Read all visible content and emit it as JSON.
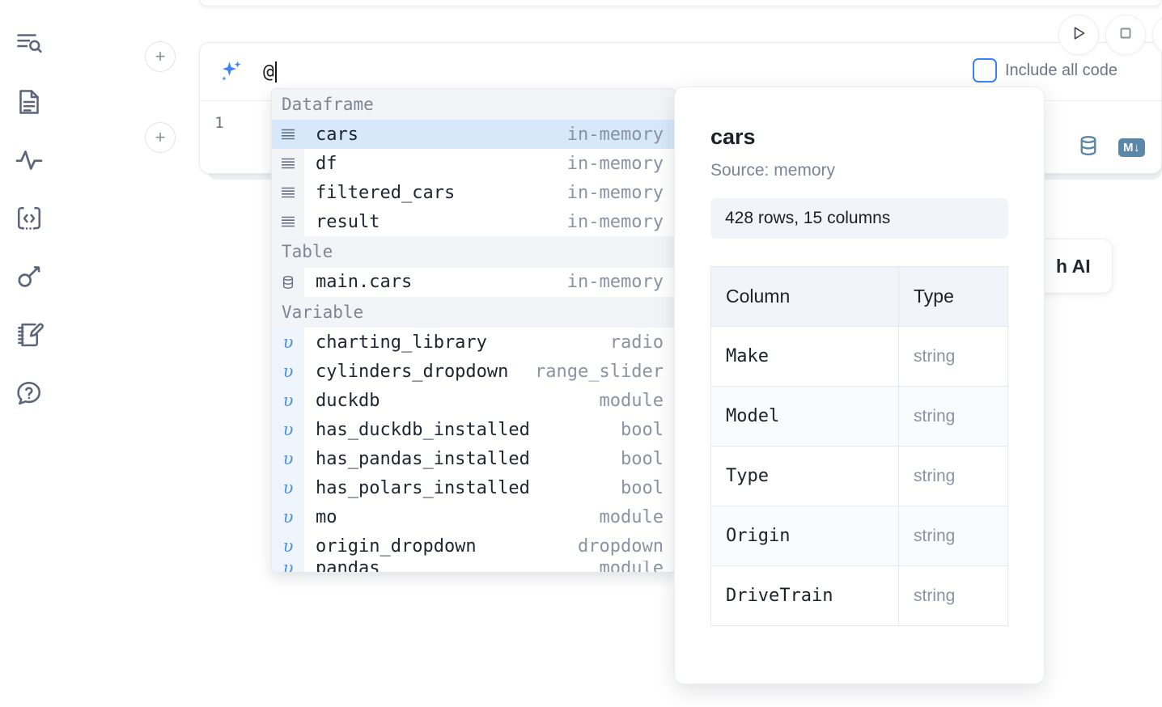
{
  "rail": {
    "items": [
      {
        "name": "file-explorer-search-icon"
      },
      {
        "name": "document-icon"
      },
      {
        "name": "activity-icon"
      },
      {
        "name": "code-snippet-icon"
      },
      {
        "name": "key-icon"
      },
      {
        "name": "notebook-edit-icon"
      },
      {
        "name": "help-chat-icon"
      }
    ]
  },
  "cell": {
    "add_label": "+",
    "line_number": "1",
    "ai_prompt_value": "@",
    "include_all_code_label": "Include all code",
    "run_icon": "play-icon",
    "stop_icon": "stop-icon",
    "db_icon": "database-icon",
    "md_badge": "M",
    "ai_chip_label": "h AI"
  },
  "autocomplete": {
    "groups": [
      {
        "label": "Dataframe",
        "icon": "dataframe-icon",
        "items": [
          {
            "name": "cars",
            "kind": "in-memory",
            "selected": true
          },
          {
            "name": "df",
            "kind": "in-memory",
            "selected": false
          },
          {
            "name": "filtered_cars",
            "kind": "in-memory",
            "selected": false
          },
          {
            "name": "result",
            "kind": "in-memory",
            "selected": false
          }
        ]
      },
      {
        "label": "Table",
        "icon": "table-icon",
        "items": [
          {
            "name": "main.cars",
            "kind": "in-memory",
            "selected": false
          }
        ]
      },
      {
        "label": "Variable",
        "icon": "variable-icon",
        "items": [
          {
            "name": "charting_library",
            "kind": "radio",
            "selected": false
          },
          {
            "name": "cylinders_dropdown",
            "kind": "range_slider",
            "selected": false
          },
          {
            "name": "duckdb",
            "kind": "module",
            "selected": false
          },
          {
            "name": "has_duckdb_installed",
            "kind": "bool",
            "selected": false
          },
          {
            "name": "has_pandas_installed",
            "kind": "bool",
            "selected": false
          },
          {
            "name": "has_polars_installed",
            "kind": "bool",
            "selected": false
          },
          {
            "name": "mo",
            "kind": "module",
            "selected": false
          },
          {
            "name": "origin_dropdown",
            "kind": "dropdown",
            "selected": false
          }
        ]
      }
    ]
  },
  "preview": {
    "title": "cars",
    "source": "Source: memory",
    "shape": "428 rows, 15 columns",
    "headers": [
      "Column",
      "Type"
    ],
    "rows": [
      {
        "column": "Make",
        "type": "string"
      },
      {
        "column": "Model",
        "type": "string"
      },
      {
        "column": "Type",
        "type": "string"
      },
      {
        "column": "Origin",
        "type": "string"
      },
      {
        "column": "DriveTrain",
        "type": "string"
      }
    ]
  },
  "colors": {
    "accent_blue": "#3b82f6",
    "selection_blue": "#d7e8fa",
    "icon_steel": "#5b87a8",
    "rail_icon": "#5c6579"
  }
}
